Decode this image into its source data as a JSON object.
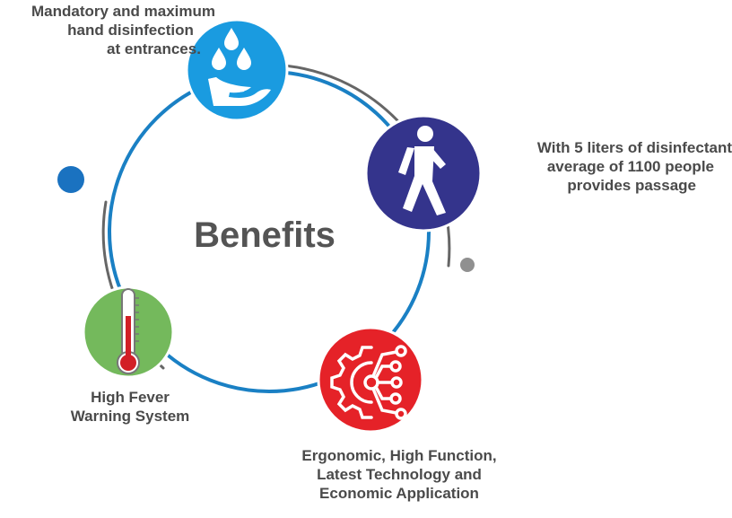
{
  "title": "Benefits",
  "colors": {
    "ring": "#1a80c4",
    "outer_arc": "#666666",
    "disinfection": "#1a9be0",
    "passage": "#34348c",
    "technology": "#e52228",
    "fever": "#74b95c",
    "dot_blue": "#1a72c0",
    "dot_gray": "#909090"
  },
  "benefits": [
    {
      "id": "disinfection",
      "icon": "hand-water-drops-icon",
      "lines": [
        "Mandatory and maximum",
        "hand disinfection",
        "at entrances."
      ]
    },
    {
      "id": "passage",
      "icon": "walking-person-icon",
      "lines": [
        "With 5 liters of disinfectant",
        "average of 1100 people",
        "provides passage"
      ]
    },
    {
      "id": "technology",
      "icon": "gear-circuit-icon",
      "lines": [
        "Ergonomic, High Function,",
        "Latest Technology and",
        "Economic Application"
      ]
    },
    {
      "id": "fever",
      "icon": "thermometer-icon",
      "lines": [
        "High Fever",
        "Warning System"
      ]
    }
  ]
}
